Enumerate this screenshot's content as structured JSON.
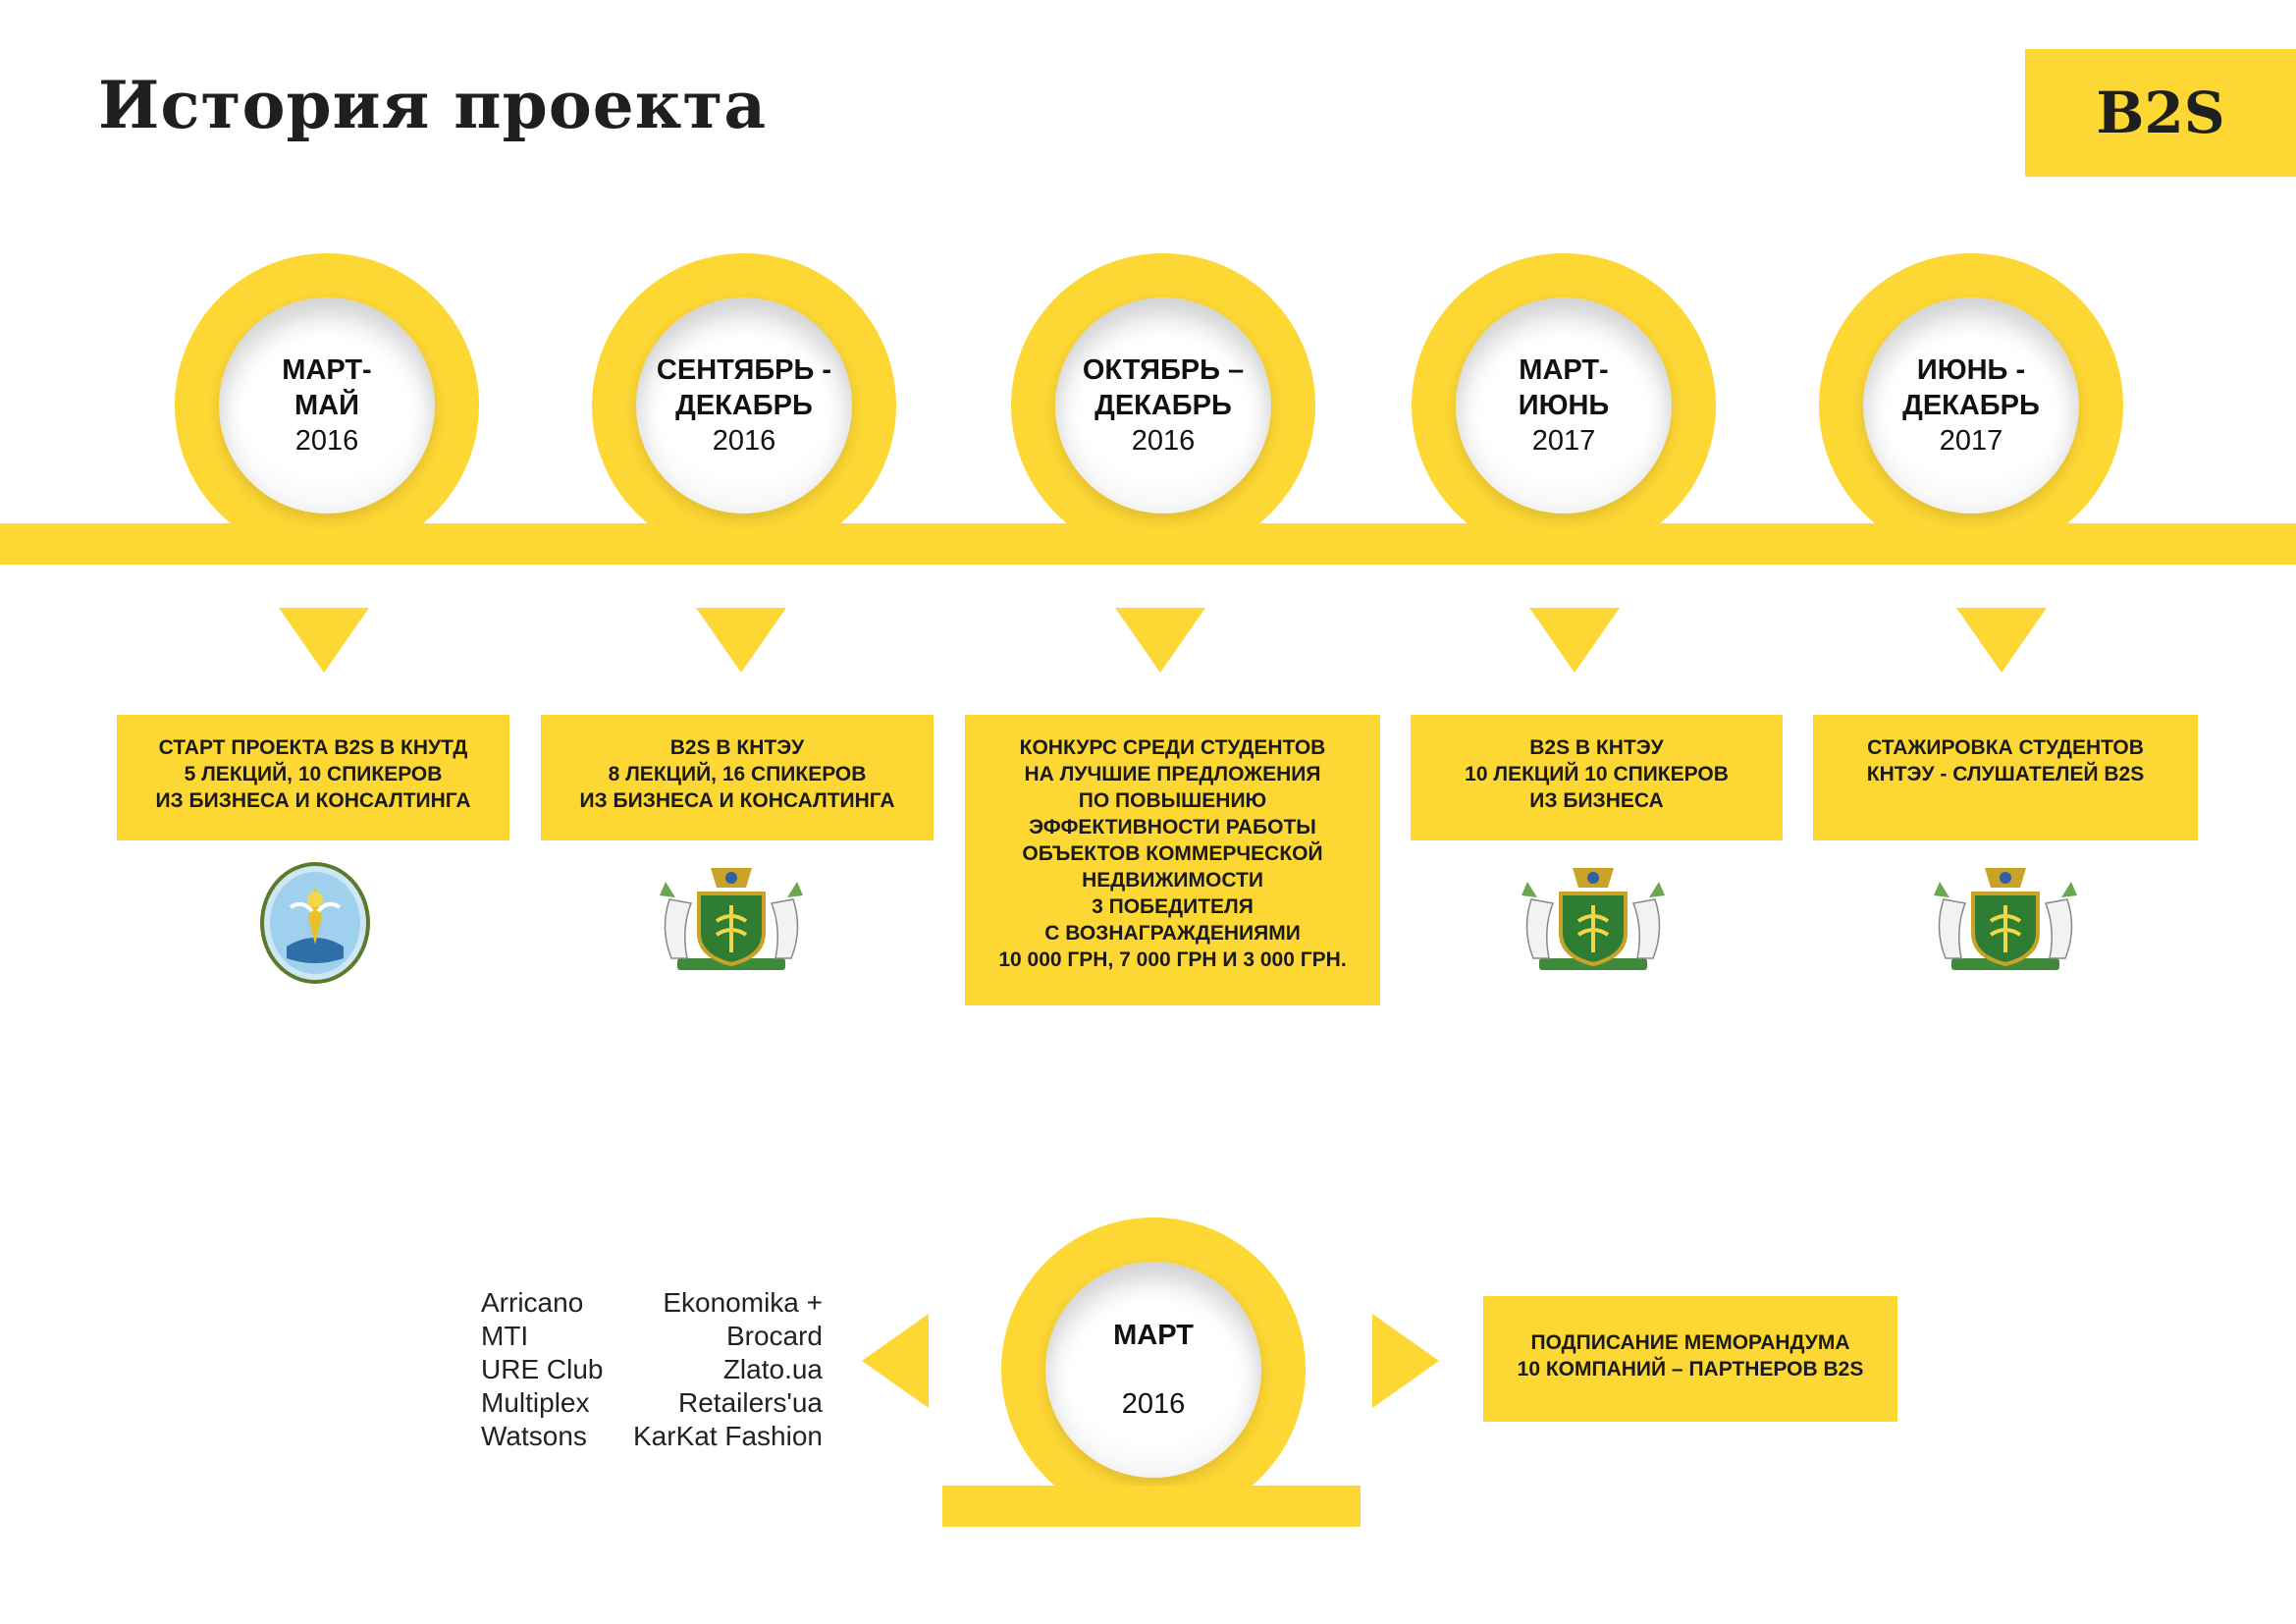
{
  "header": {
    "title": "История проекта",
    "logo": "B2S"
  },
  "colors": {
    "accent": "#fdd734",
    "text": "#1a1a1a"
  },
  "timeline": [
    {
      "line1": "МАРТ-",
      "line2": "МАЙ",
      "year": "2016",
      "description": "СТАРТ ПРОЕКТА B2S В КНУТД\n5 ЛЕКЦИЙ, 10 СПИКЕРОВ\nИЗ БИЗНЕСА И КОНСАЛТИНГА",
      "emblem": "knutd-emblem"
    },
    {
      "line1": "СЕНТЯБРЬ -",
      "line2": "ДЕКАБРЬ",
      "year": "2016",
      "description": "B2S В КНТЭУ\n8 ЛЕКЦИЙ, 16 СПИКЕРОВ\nИЗ БИЗНЕСА И КОНСАЛТИНГА",
      "emblem": "kneu-coat-of-arms"
    },
    {
      "line1": "ОКТЯБРЬ –",
      "line2": "ДЕКАБРЬ",
      "year": "2016",
      "description": "КОНКУРС СРЕДИ СТУДЕНТОВ\nНА ЛУЧШИЕ ПРЕДЛОЖЕНИЯ\nПО ПОВЫШЕНИЮ\nЭФФЕКТИВНОСТИ РАБОТЫ\nОБЪЕКТОВ КОММЕРЧЕСКОЙ\nНЕДВИЖИМОСТИ\n3 ПОБЕДИТЕЛЯ\nС ВОЗНАГРАЖДЕНИЯМИ\n10 000 ГРН, 7 000 ГРН И 3 000 ГРН.",
      "emblem": ""
    },
    {
      "line1": "МАРТ-",
      "line2": "ИЮНЬ",
      "year": "2017",
      "description": "B2S В КНТЭУ\n10 ЛЕКЦИЙ 10 СПИКЕРОВ\nИЗ БИЗНЕСА",
      "emblem": "kneu-coat-of-arms"
    },
    {
      "line1": "ИЮНЬ -",
      "line2": "ДЕКАБРЬ",
      "year": "2017",
      "description": "СТАЖИРОВКА СТУДЕНТОВ\nКНТЭУ - СЛУШАТЕЛЕЙ B2S",
      "emblem": "kneu-coat-of-arms"
    }
  ],
  "memorandum": {
    "month": "МАРТ",
    "year": "2016",
    "description": "ПОДПИСАНИЕ МЕМОРАНДУМА\n10 КОМПАНИЙ – ПАРТНЕРОВ B2S",
    "partners_left": "Arricano\nMTI\nURE Club\nMultiplex\nWatsons",
    "partners_right": "Ekonomika +\nBrocard\nZlato.ua\nRetailers'ua\nKarKat Fashion"
  }
}
